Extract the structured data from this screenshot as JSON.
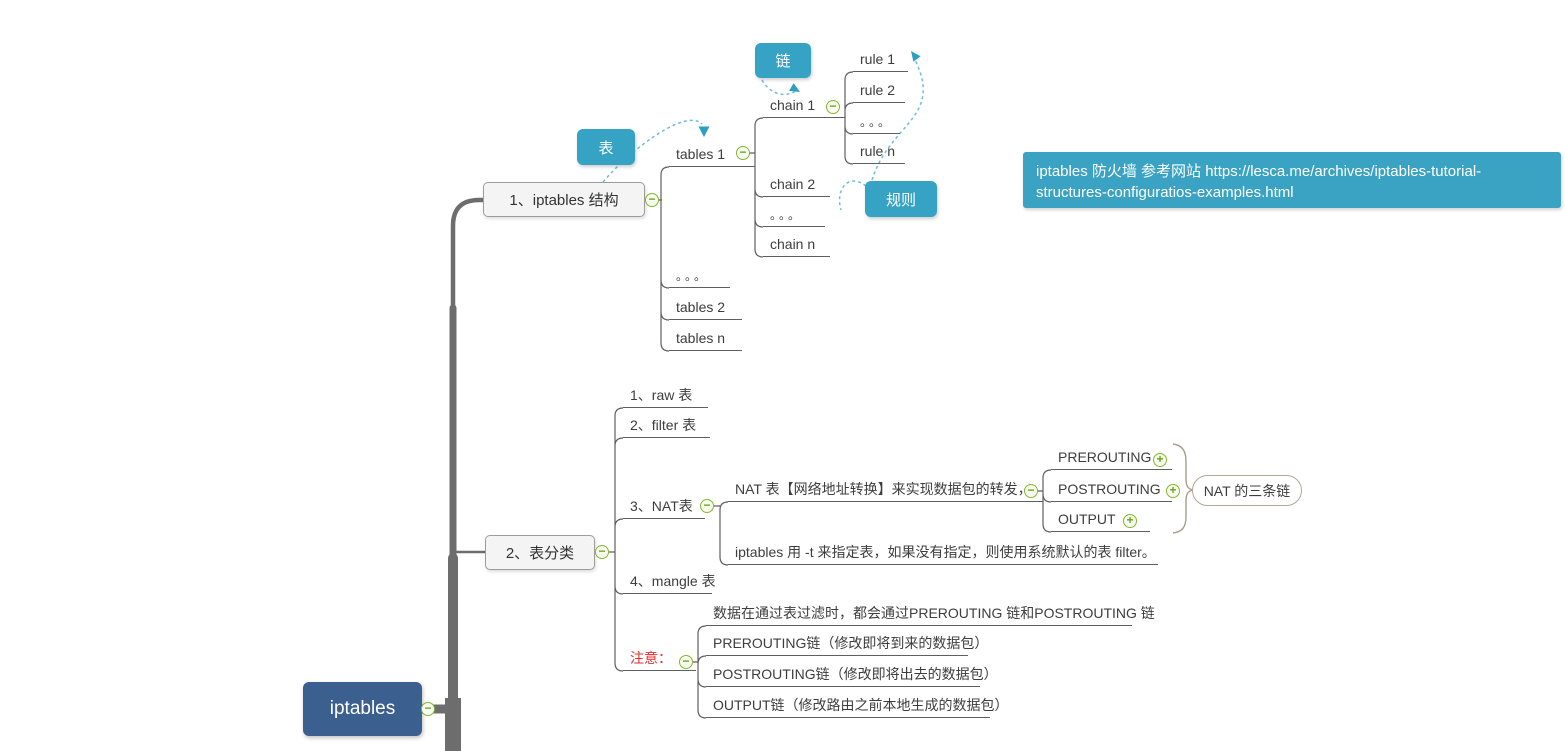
{
  "shared": {
    "dots": "。。。",
    "collapse": "−",
    "expand": "+"
  },
  "root": {
    "label": "iptables"
  },
  "float_labels": {
    "table": "表",
    "chain": "链",
    "rule": "规则"
  },
  "note": {
    "text": "iptables 防火墙 参考网站 https://lesca.me/archives/iptables-tutorial-structures-configuratios-examples.html"
  },
  "structure": {
    "label": "1、iptables 结构",
    "tables1": "tables 1",
    "tables2": "tables 2",
    "tablesn": "tables n",
    "chain1": "chain 1",
    "chain2": "chain 2",
    "chainn": "chain n",
    "rule1": "rule 1",
    "rule2": "rule 2",
    "rulen": "rule n"
  },
  "classify": {
    "label": "2、表分类",
    "raw": "1、raw 表",
    "filter": "2、filter 表",
    "nat": "3、NAT表",
    "mangle": "4、mangle 表",
    "notice": "注意：",
    "nat_desc": "NAT 表【网络地址转换】来实现数据包的转发，",
    "nat_default": "iptables 用 -t  来指定表，如果没有指定，则使用系统默认的表 filter。",
    "prerouting": "PREROUTING",
    "postrouting": "POSTROUTING",
    "output": "OUTPUT",
    "summary": "NAT 的三条链",
    "notice_items": [
      "数据在通过表过滤时，都会通过PREROUTING 链和POSTROUTING 链",
      "PREROUTING链（修改即将到来的数据包）",
      "POSTROUTING链（修改即将出去的数据包）",
      "OUTPUT链（修改路由之前本地生成的数据包）"
    ]
  },
  "colors": {
    "teal": "#36a3c4",
    "root_blue": "#3b5f8e",
    "icon_green": "#84b733",
    "notice_red": "#e03232",
    "trunk_gray": "#6d6d6d",
    "relationship_blue": "#72bdd9"
  }
}
